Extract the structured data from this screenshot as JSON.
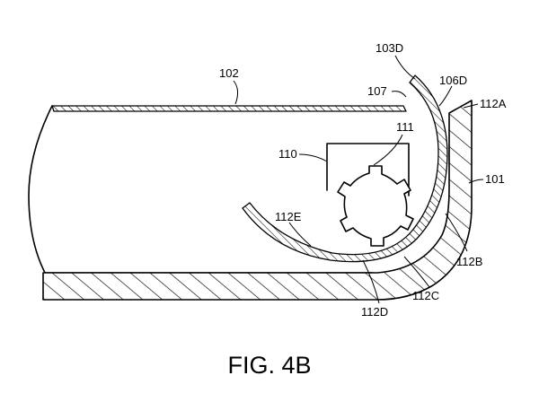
{
  "figure": {
    "caption": "FIG. 4B",
    "labels": {
      "l102": "102",
      "l103D": "103D",
      "l106D": "106D",
      "l107": "107",
      "l112A": "112A",
      "l111": "111",
      "l110": "110",
      "l101": "101",
      "l112E": "112E",
      "l112B": "112B",
      "l112C": "112C",
      "l112D": "112D"
    }
  }
}
